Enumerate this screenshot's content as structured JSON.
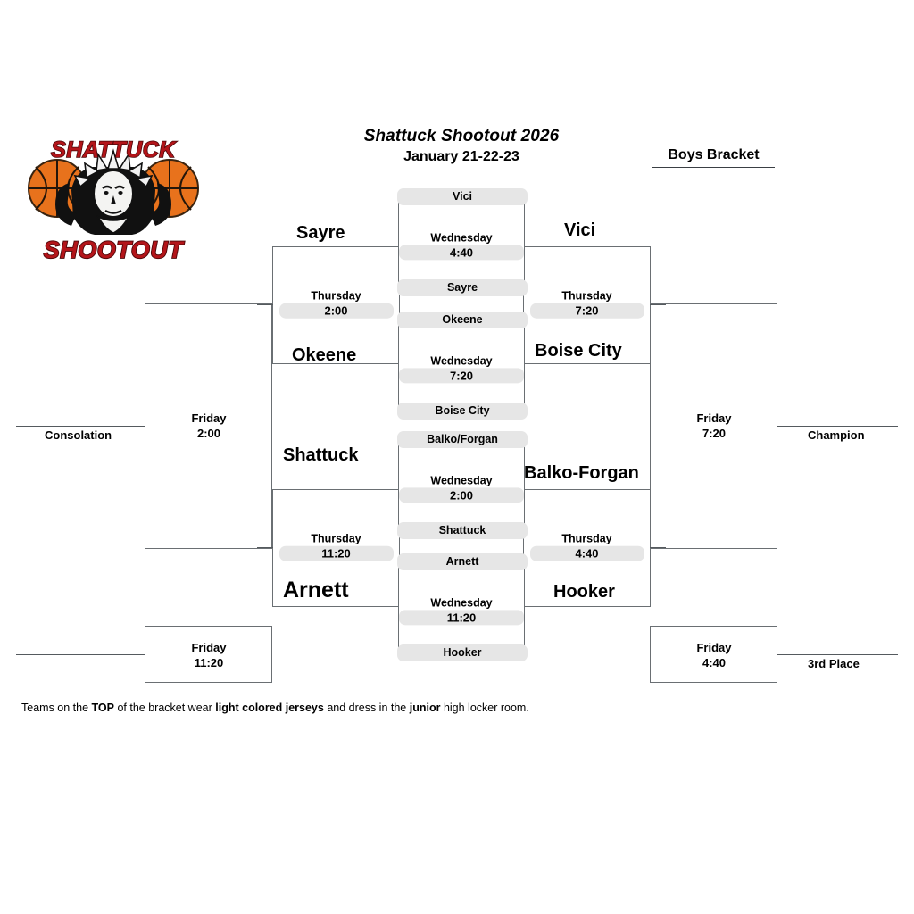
{
  "header": {
    "title": "Shattuck Shootout 2026",
    "dates": "January 21-22-23",
    "bracket_kind": "Boys Bracket"
  },
  "logo": {
    "top_word": "SHATTUCK",
    "bottom_word": "SHOOTOUT",
    "ball_color": "#e8721c",
    "word_color": "#b3151a"
  },
  "round1": [
    {
      "id": "r1-g1",
      "top_team": "Vici",
      "bottom_team": "Sayre",
      "day": "Wednesday",
      "time": "4:40"
    },
    {
      "id": "r1-g2",
      "top_team": "Okeene",
      "bottom_team": "Boise City",
      "day": "Wednesday",
      "time": "7:20"
    },
    {
      "id": "r1-g3",
      "top_team": "Balko/Forgan",
      "bottom_team": "Shattuck",
      "day": "Wednesday",
      "time": "2:00"
    },
    {
      "id": "r1-g4",
      "top_team": "Arnett",
      "bottom_team": "Hooker",
      "day": "Wednesday",
      "time": "11:20"
    }
  ],
  "round2": [
    {
      "id": "r2-left-top",
      "side": "left",
      "top_team": "Sayre",
      "bottom_team": "Okeene",
      "day": "Thursday",
      "time": "2:00"
    },
    {
      "id": "r2-right-top",
      "side": "right",
      "top_team": "Vici",
      "bottom_team": "Boise City",
      "day": "Thursday",
      "time": "7:20"
    },
    {
      "id": "r2-left-bottom",
      "side": "left",
      "top_team": "Shattuck",
      "bottom_team": "Arnett",
      "day": "Thursday",
      "time": "11:20"
    },
    {
      "id": "r2-right-bottom",
      "side": "right",
      "top_team": "Balko-Forgan",
      "bottom_team": "Hooker",
      "day": "Thursday",
      "time": "4:40"
    }
  ],
  "finals": {
    "consolation": {
      "label": "Consolation",
      "day": "Friday",
      "time": "2:00"
    },
    "championship": {
      "label": "Champion",
      "day": "Friday",
      "time": "7:20"
    },
    "seventh_place": {
      "day": "Friday",
      "time": "11:20"
    },
    "third_place": {
      "label": "3rd Place",
      "day": "Friday",
      "time": "4:40"
    }
  },
  "footnote": {
    "part1": "Teams on the ",
    "bold1": "TOP",
    "part2": " of the bracket wear ",
    "bold2": "light colored jerseys",
    "part3": " and dress in the ",
    "bold3": "junior",
    "part4": " high locker room."
  }
}
